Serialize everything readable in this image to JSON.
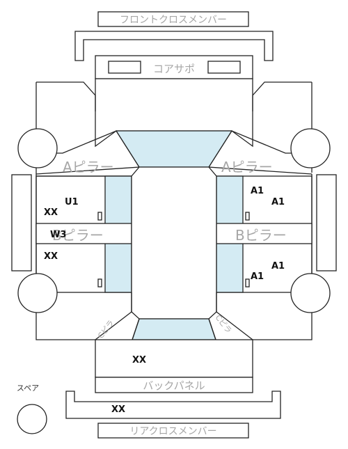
{
  "labels": {
    "front_cross_member": "フロントクロスメンバー",
    "core_support": "コアサポ",
    "a_pillar_left": "Aピラー",
    "a_pillar_right": "Aピラー",
    "b_pillar_left": "Bピラー",
    "b_pillar_right": "Bピラー",
    "back_panel": "バックパネル",
    "rear_cross_member": "リアクロスメンバー",
    "spare": "スペア",
    "c_pillar_left": "Cピラ",
    "c_pillar_right": "Cピラ"
  },
  "marks": {
    "front_left_door_upper": "U1",
    "front_left_door_lower": "XX",
    "b_pillar_left": "W3",
    "rear_left_door": "XX",
    "front_right_door_1": "A1",
    "front_right_door_2": "A1",
    "rear_right_door_1": "A1",
    "rear_right_door_2": "A1",
    "trunk": "XX",
    "rear_cross_member": "XX"
  },
  "colors": {
    "glass": "#d4ebf3",
    "outline": "#222222",
    "label_gray": "#a6a6a6"
  }
}
